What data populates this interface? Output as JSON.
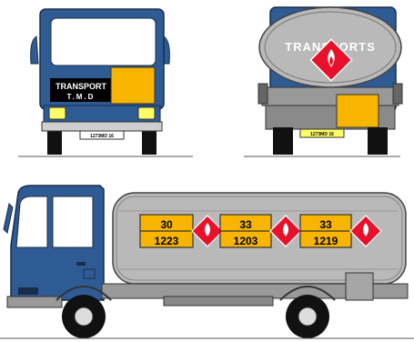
{
  "front_view": {
    "cab_sign_line1": "TRANSPORT",
    "cab_sign_line2": "T.M.D",
    "license_plate": "1273MD 16"
  },
  "rear_view": {
    "tank_text": "TRANSPORTS",
    "license_plate": "1273MD 16"
  },
  "side_view": {
    "panels": [
      {
        "hazard_id": "30",
        "un_number": "1223"
      },
      {
        "hazard_id": "33",
        "un_number": "1203"
      },
      {
        "hazard_id": "33",
        "un_number": "1219"
      }
    ]
  },
  "colors": {
    "cab_blue": "#2f5b94",
    "tank_grey": "#b9b9b9",
    "orange_panel": "#f7b500",
    "hazard_red": "#e8102a",
    "plate_yellow": "#ffff66"
  },
  "icons": [
    "flammable-diamond-icon"
  ]
}
